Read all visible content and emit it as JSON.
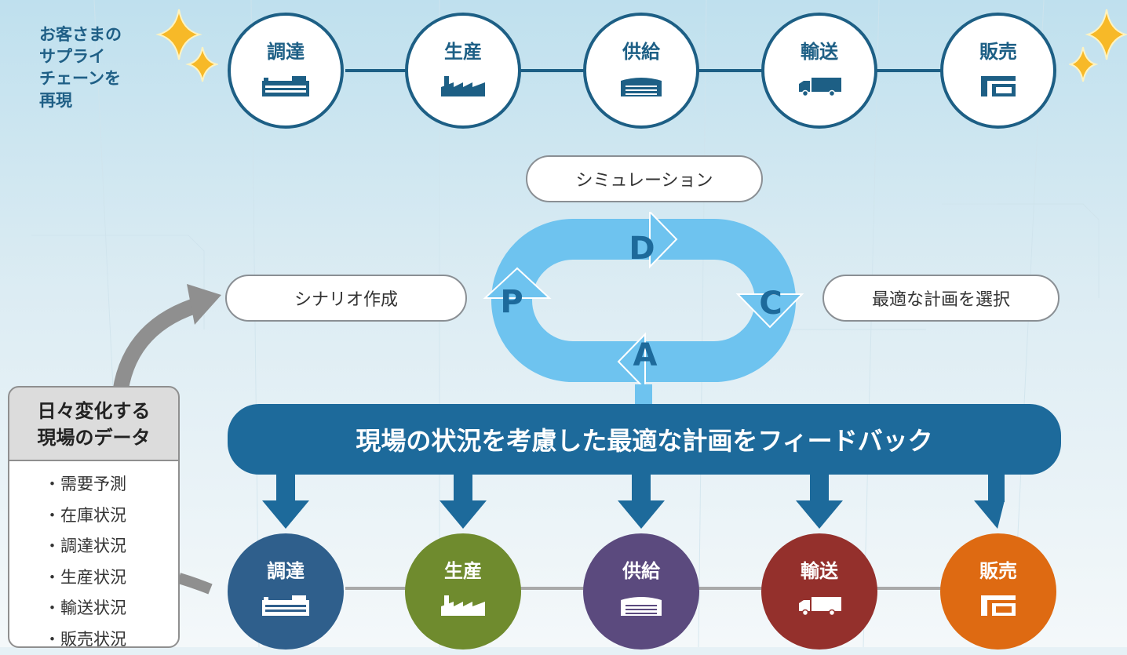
{
  "intro_lines": [
    "お客さまの",
    "サプライ",
    "チェーンを",
    "再現"
  ],
  "stages": [
    {
      "label": "調達",
      "icon": "warehouse-icon",
      "color": "#2f5f8c"
    },
    {
      "label": "生産",
      "icon": "factory-icon",
      "color": "#6f8b2e"
    },
    {
      "label": "供給",
      "icon": "storage-icon",
      "color": "#5b4a7e"
    },
    {
      "label": "輸送",
      "icon": "truck-icon",
      "color": "#94302c"
    },
    {
      "label": "販売",
      "icon": "shop-icon",
      "color": "#de6a12"
    }
  ],
  "cycle": {
    "letters": {
      "p": "P",
      "d": "D",
      "c": "C",
      "a": "A"
    },
    "simulation": "シミュレーション",
    "scenario": "シナリオ作成",
    "select": "最適な計画を選択"
  },
  "banner": "現場の状況を考慮した最適な計画をフィードバック",
  "data_box": {
    "title_lines": [
      "日々変化する",
      "現場のデータ"
    ],
    "items": [
      "・需要予測",
      "・在庫状況",
      "・調達状況",
      "・生産状況",
      "・輸送状況",
      "・販売状況"
    ]
  },
  "colors": {
    "primary": "#1d6a9b",
    "cycle": "#6ec3ef",
    "sparkle": "#f7b928"
  }
}
